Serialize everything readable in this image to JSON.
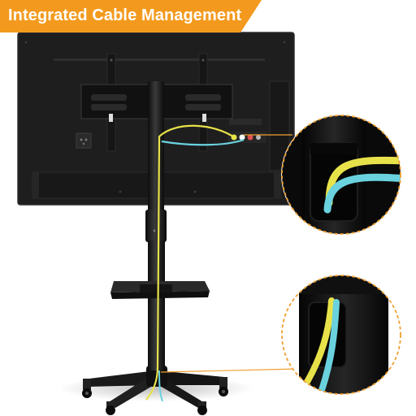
{
  "banner": {
    "title": "Integrated Cable Management"
  },
  "colors": {
    "banner": "#f39a1e",
    "callout-ring": "#f0a030",
    "tv-body": "#1c1c1c",
    "cable-yellow": "#e8e24a",
    "cable-cyan": "#6ad2df",
    "stand": "#141414"
  },
  "icons": [
    "tv-screen",
    "mount-bracket",
    "stand-pole",
    "shelf",
    "wheel-base",
    "caster-wheel",
    "cable-yellow",
    "cable-cyan",
    "callout-zoom"
  ]
}
